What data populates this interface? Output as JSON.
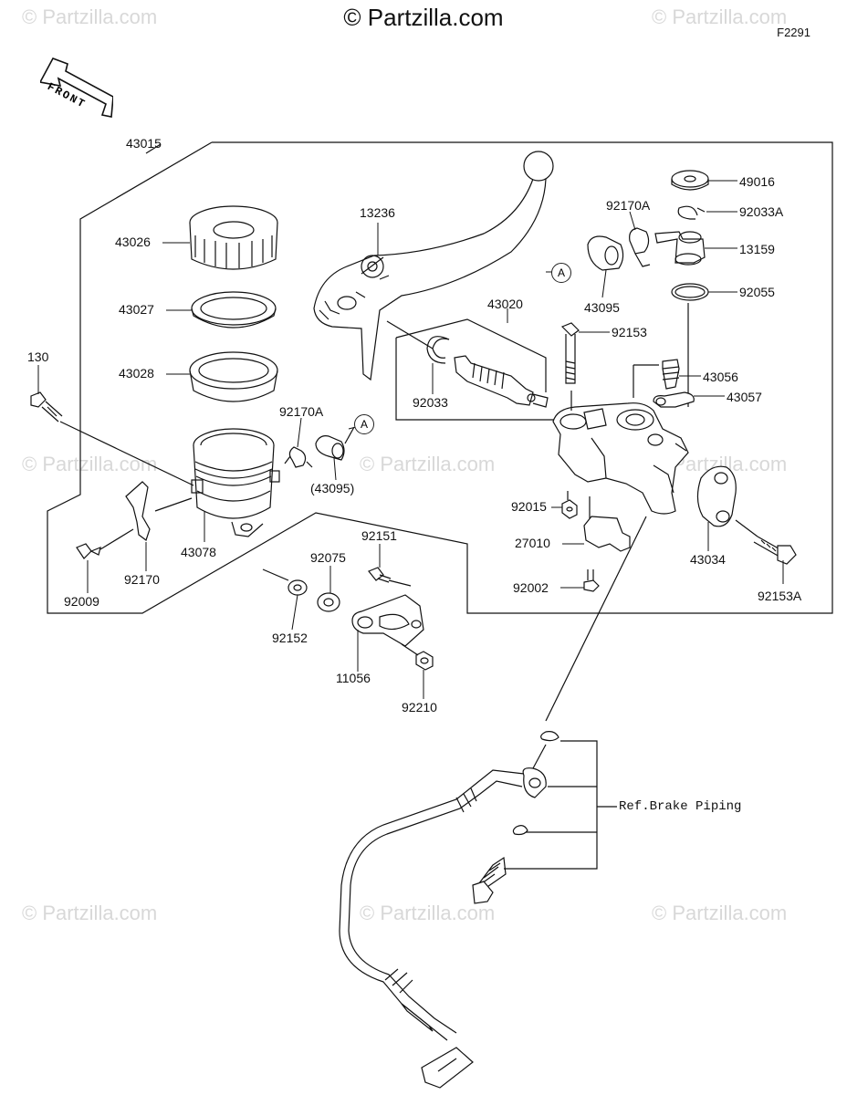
{
  "title": "© Partzilla.com",
  "figure_code": "F2291",
  "watermark": "© Partzilla.com",
  "front_label": "FRONT",
  "ref_note": "Ref.Brake Piping",
  "callout_letter": "A",
  "parts": {
    "p43015": "43015",
    "p43026": "43026",
    "p43027": "43027",
    "p43028": "43028",
    "p130": "130",
    "p92170A_left": "92170A",
    "p43095_paren": "(43095)",
    "p43078": "43078",
    "p92009": "92009",
    "p92170": "92170",
    "p92152": "92152",
    "p92075": "92075",
    "p92151": "92151",
    "p11056": "11056",
    "p92210": "92210",
    "p13236": "13236",
    "p43020": "43020",
    "p92033": "92033",
    "p92170A_right": "92170A",
    "p43095": "43095",
    "p49016": "49016",
    "p92033A": "92033A",
    "p13159": "13159",
    "p92055": "92055",
    "p92153": "92153",
    "p43056": "43056",
    "p43057": "43057",
    "p92015": "92015",
    "p27010": "27010",
    "p92002": "92002",
    "p43034": "43034",
    "p92153A": "92153A"
  }
}
